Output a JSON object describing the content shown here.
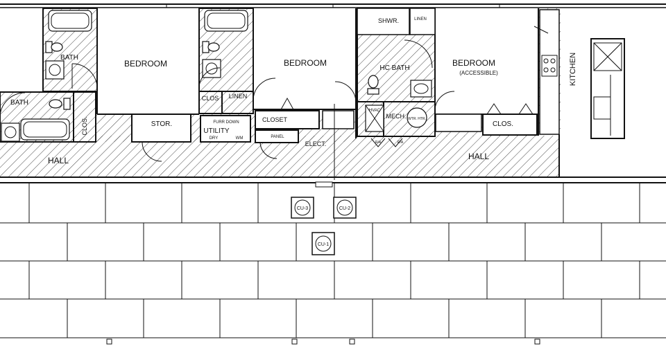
{
  "plan": {
    "labels": {
      "bath_1": "BATH",
      "bedroom_1": "BEDROOM",
      "bath_2": "BATH",
      "closet_small": "CLOS.",
      "bedroom_2": "BEDROOM",
      "clos_3": "CLOS",
      "linen_1": "LINEN",
      "showers": "SHWR.",
      "linen_2": "LINEN",
      "hc_bath": "HC BATH",
      "bedroom_3": "BEDROOM",
      "accessible": "(ACCESSIBLE)",
      "kitchen": "KITCHEN",
      "stor": "STOR.",
      "furr_down": "FURR DOWN",
      "utility": "UTILITY",
      "dry": "DRY",
      "wm": "WM",
      "closet": "CLOSET",
      "panel": "PANEL",
      "elect": "ELECT.",
      "hvac": "HVAC",
      "mech": "MECH.",
      "wtr_htr": "WTR. HTR.",
      "ra_1": "R/A",
      "ra_2": "R/A",
      "clos_right": "CLOS.",
      "hall_left": "HALL",
      "hall_right": "HALL",
      "cu_1": "CU-1",
      "cu_2": "CU-2",
      "cu_3": "CU-3"
    }
  }
}
